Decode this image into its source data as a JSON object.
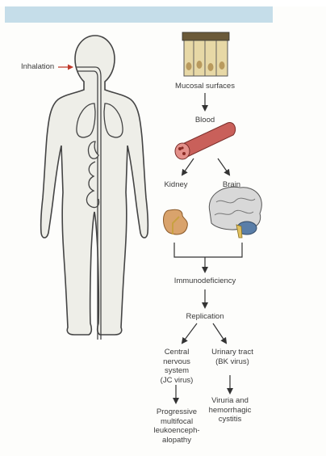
{
  "labels": {
    "inhalation": "Inhalation",
    "mucosal": "Mucosal surfaces",
    "blood": "Blood",
    "kidney": "Kidney",
    "brain": "Brain",
    "immunodeficiency": "Immunodeficiency",
    "replication": "Replication",
    "cns": "Central nervous system (JC virus)",
    "urinary": "Urinary tract (BK virus)",
    "pml": "Progressive multifocal leukoenceph-alopathy",
    "viruria": "Viruria and hemorrhagic cystitis"
  },
  "colors": {
    "header_bar": "#c5dde9",
    "body_fill": "#eeeee8",
    "outline": "#444444",
    "inhalation_arrow": "#c0392b",
    "vessel": "#c9605a",
    "kidney": "#d9a36c",
    "brain": "#d8d8d8",
    "cerebellum": "#5a7ea8",
    "brainstem": "#e0c060"
  }
}
